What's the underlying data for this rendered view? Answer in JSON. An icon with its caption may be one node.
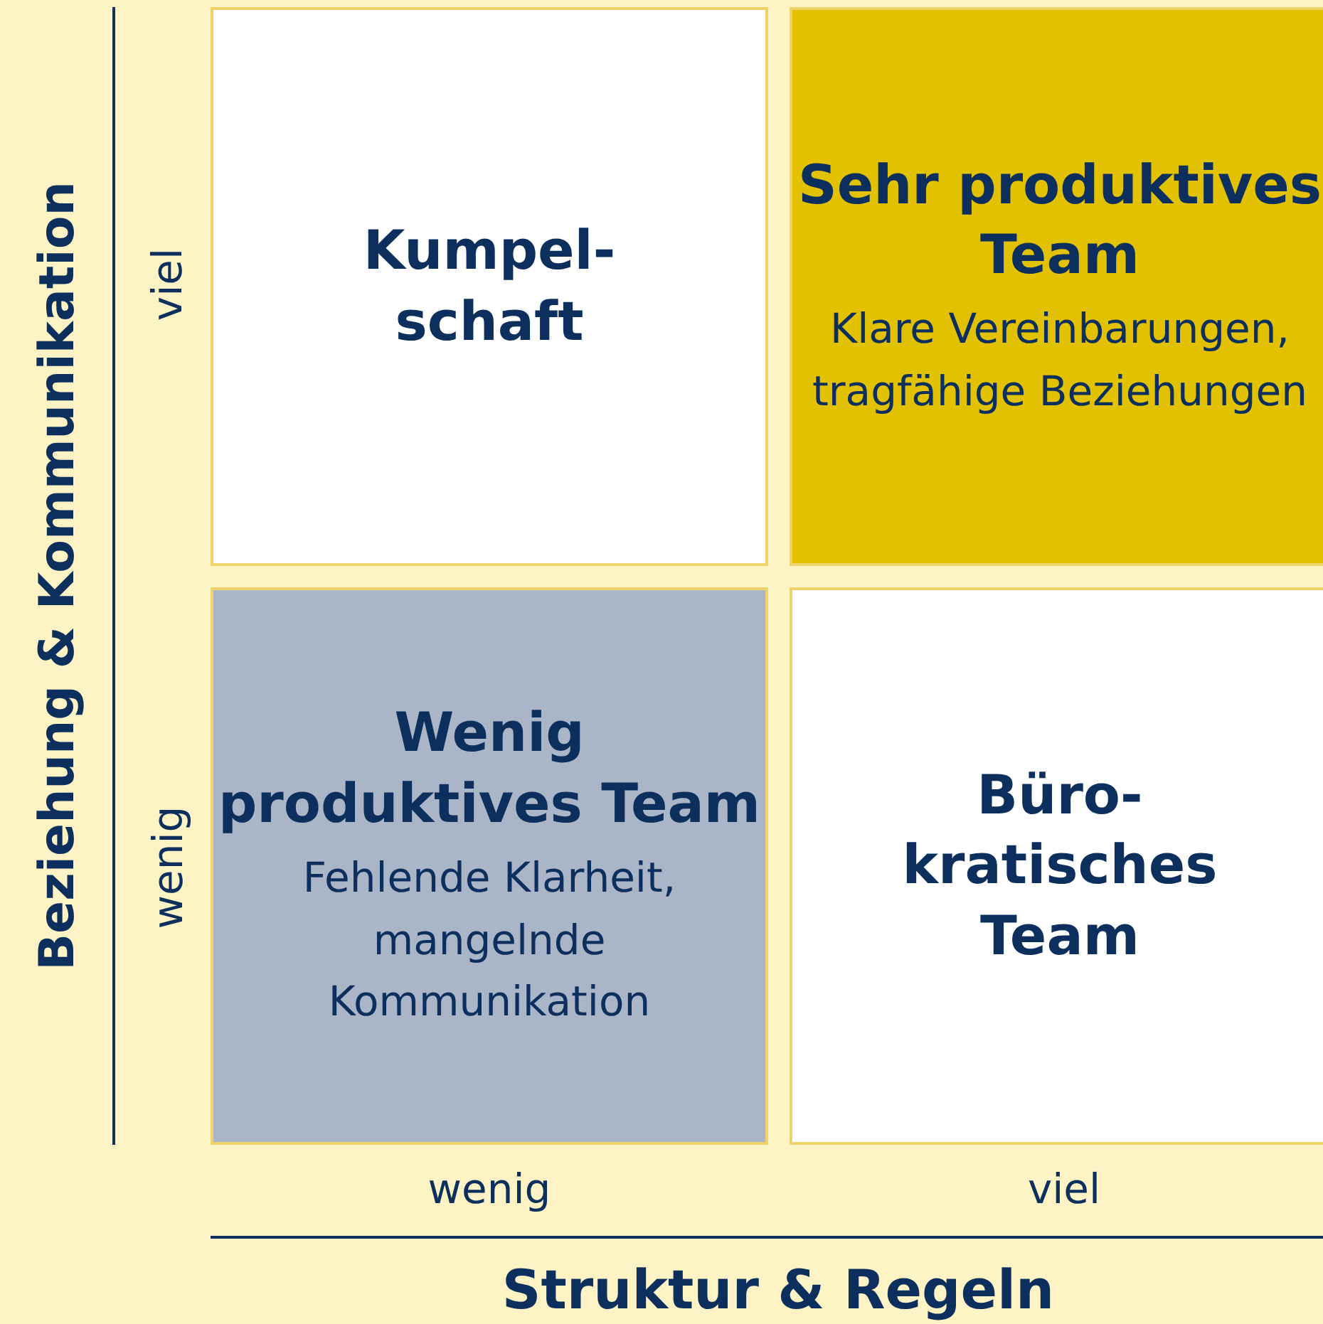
{
  "diagram": {
    "nodes": [
      {
        "text": [
          "Kumpel- schaft"
        ]
      },
      {
        "text": [
          "Sehr produktives Team",
          "Klare Vereinbarungen, tragfähige Beziehungen"
        ]
      },
      {
        "text": [
          "Wenig produktives Team",
          "Fehlende Klarheit, mangelnde Kommunikation"
        ]
      },
      {
        "text": [
          "Büro- kratisches Team"
        ]
      }
    ],
    "labels": [
      "Beziehung & Kommunikation",
      "viel",
      "wenig",
      "wenig",
      "viel",
      "Struktur & Regeln"
    ]
  }
}
